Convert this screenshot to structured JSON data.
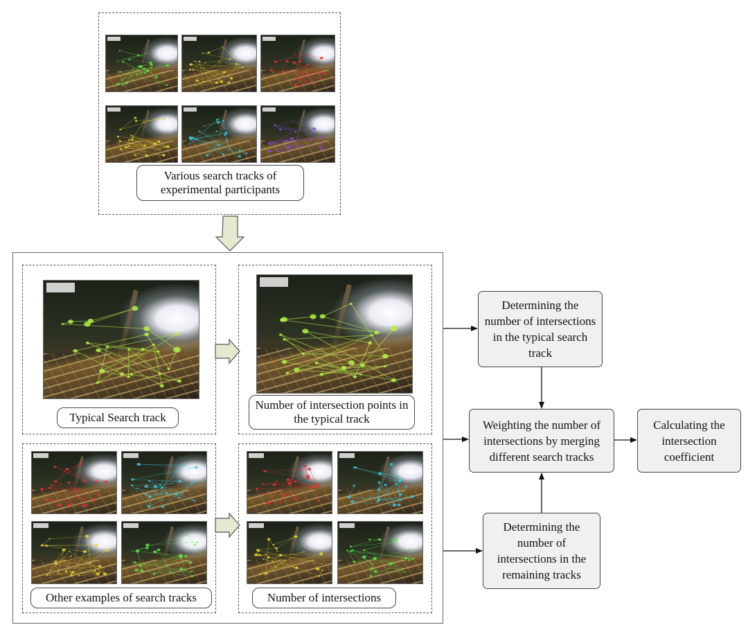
{
  "labels": {
    "various_tracks": "Various search tracks of experimental participants",
    "typical_track": "Typical Search track",
    "intersection_points_typical": "Number of intersection points in the typical track",
    "other_examples": "Other examples of search tracks",
    "number_of_intersections": "Number of intersections"
  },
  "steps": {
    "determine_typical": "Determining the number of intersections in the typical search track",
    "weighting": "Weighting the number of intersections by merging different search tracks",
    "determine_remaining": "Determining the number of intersections in the remaining tracks",
    "calculate_coefficient": "Calculating the intersection coefficient"
  },
  "track_colors": {
    "green": "#5ee04a",
    "yellow": "#e8d431",
    "red": "#e33030",
    "cyan": "#3fc6d9",
    "purple": "#8a4ae0",
    "lime": "#b5f04a"
  }
}
